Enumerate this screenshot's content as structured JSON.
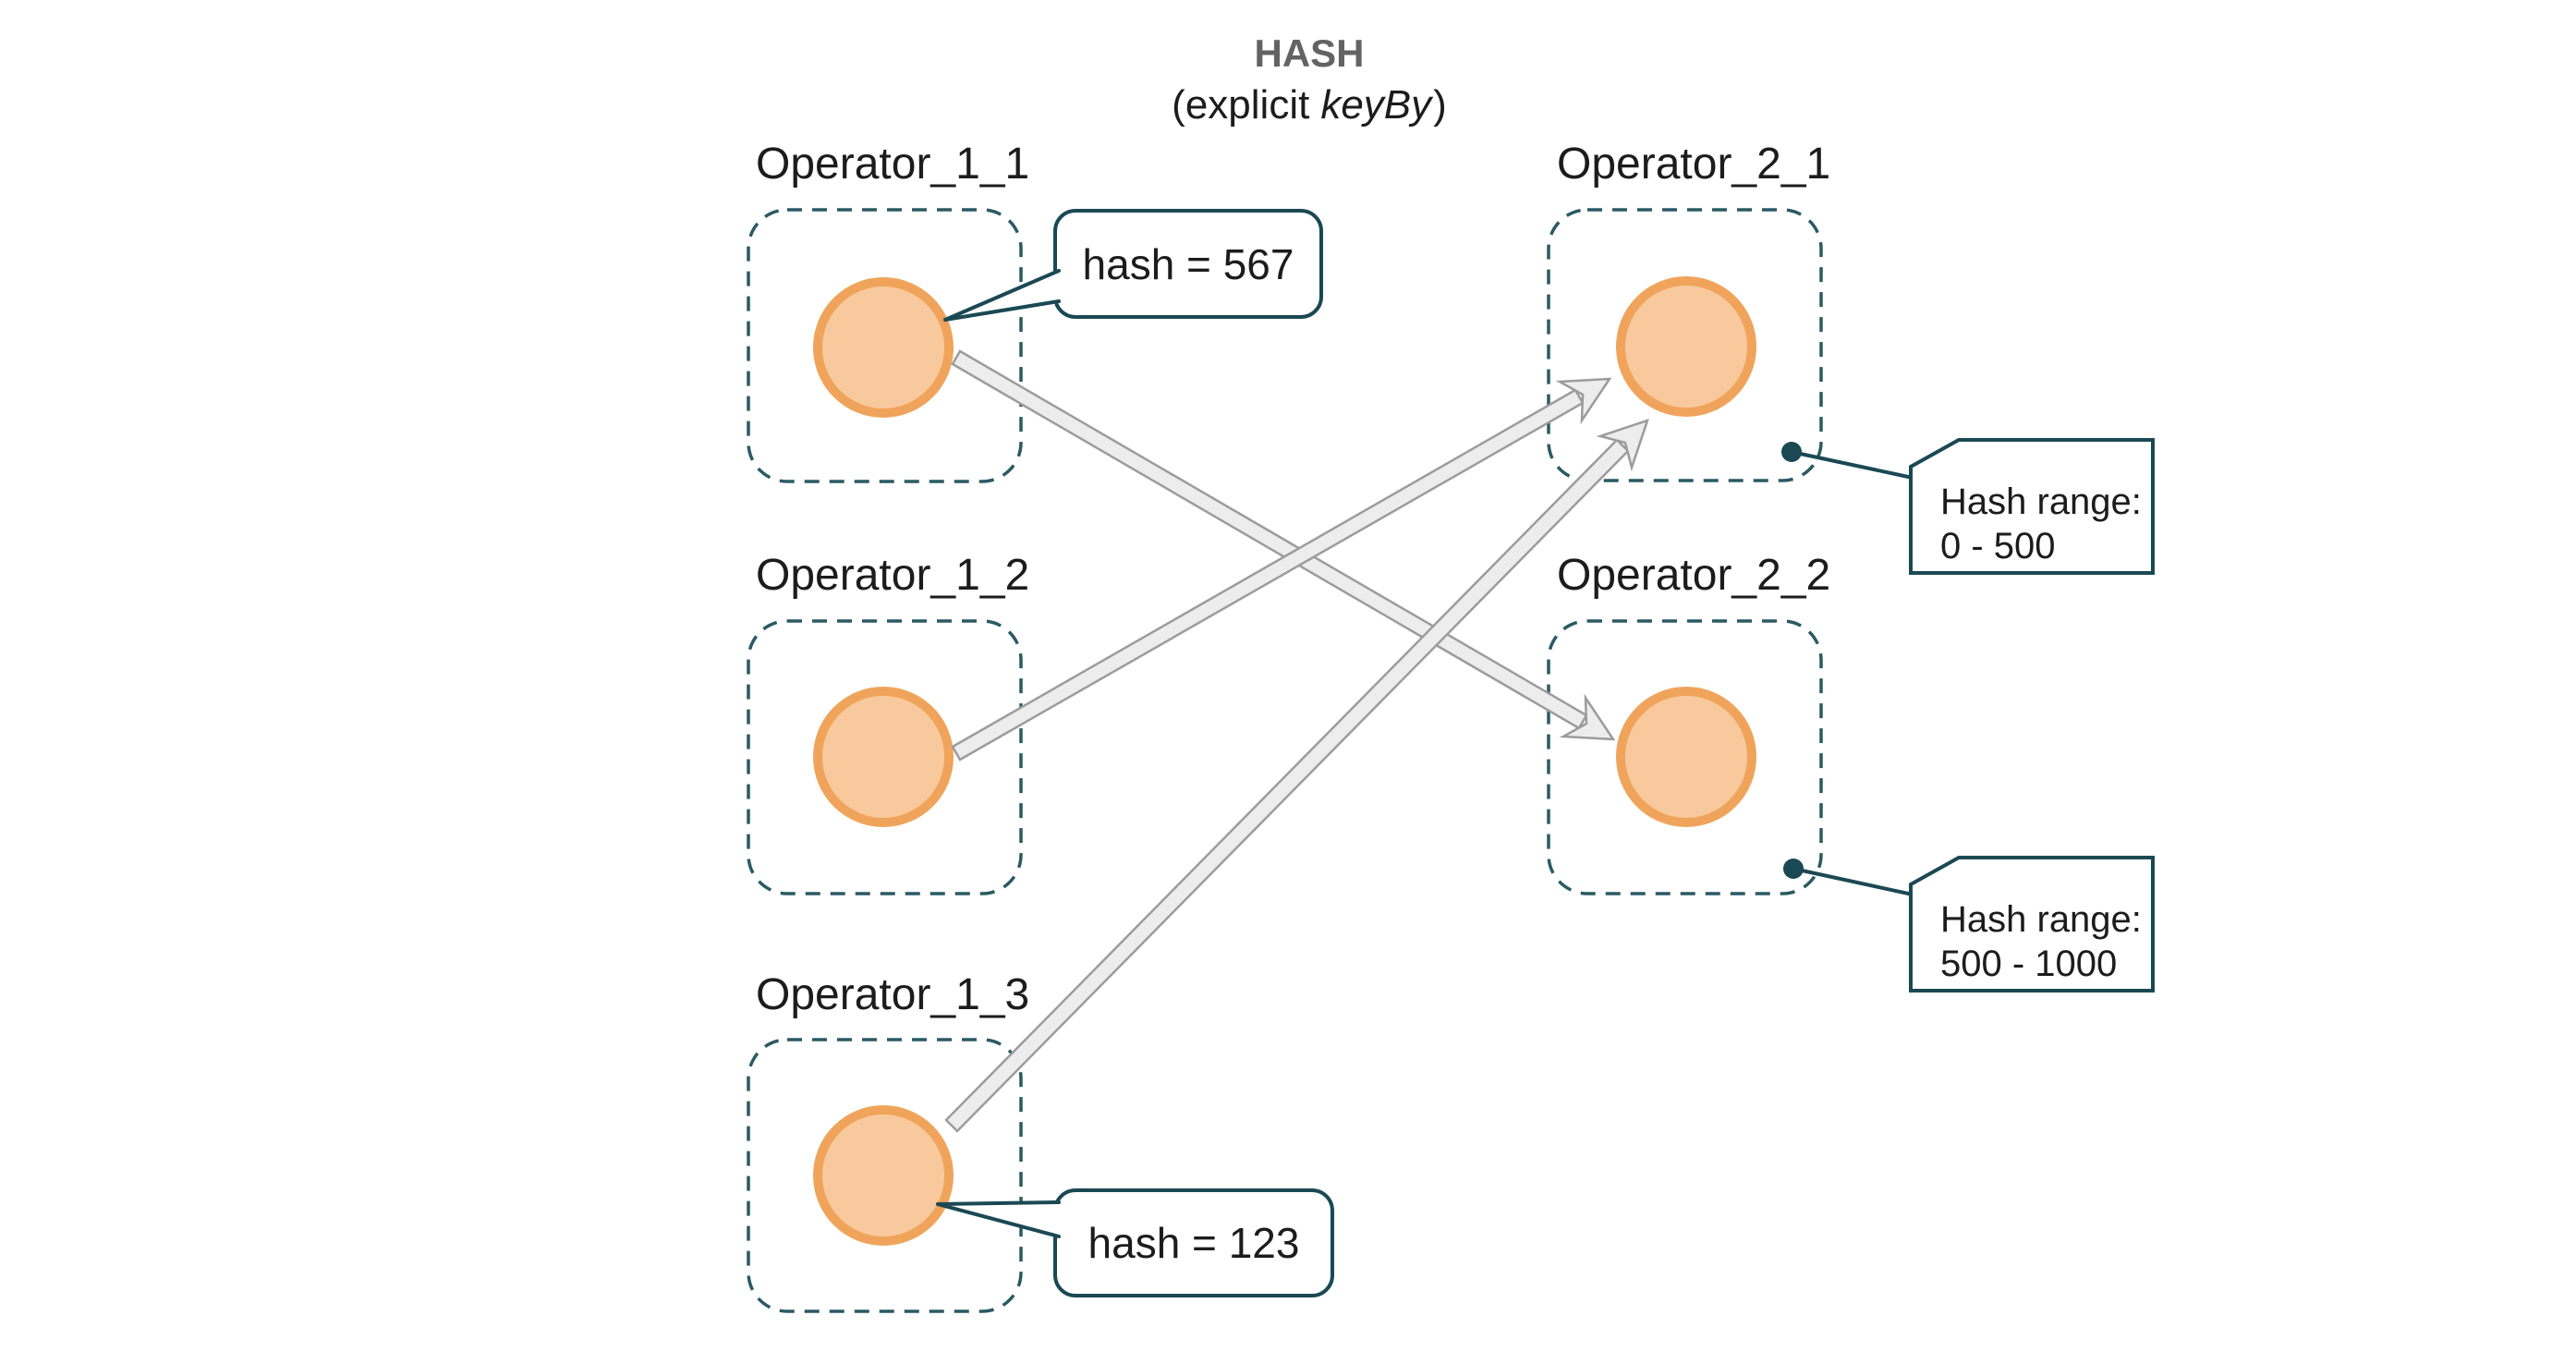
{
  "title": "HASH",
  "subtitle": {
    "prefix": "(explicit",
    "keyword": "keyBy",
    "suffix": ")"
  },
  "operators": [
    {
      "label": "Operator_1_1"
    },
    {
      "label": "Operator_1_2"
    },
    {
      "label": "Operator_1_3"
    },
    {
      "label": "Operator_2_1"
    },
    {
      "label": "Operator_2_2"
    }
  ],
  "hash_callouts": [
    {
      "text": "hash = 567"
    },
    {
      "text": "hash = 123"
    }
  ],
  "range_callouts": [
    {
      "line1": "Hash range:",
      "line2": "0 - 500"
    },
    {
      "line1": "Hash range:",
      "line2": "500 - 1000"
    }
  ],
  "colors": {
    "teal": "#1a4953",
    "dash_teal": "#2a5a63",
    "circle_fill": "#f9c99e",
    "circle_stroke": "#f0a45b",
    "arrow_fill": "#ededed",
    "arrow_stroke": "#9c9c9c",
    "title_gray": "#636363",
    "text": "#1c1c1c"
  }
}
